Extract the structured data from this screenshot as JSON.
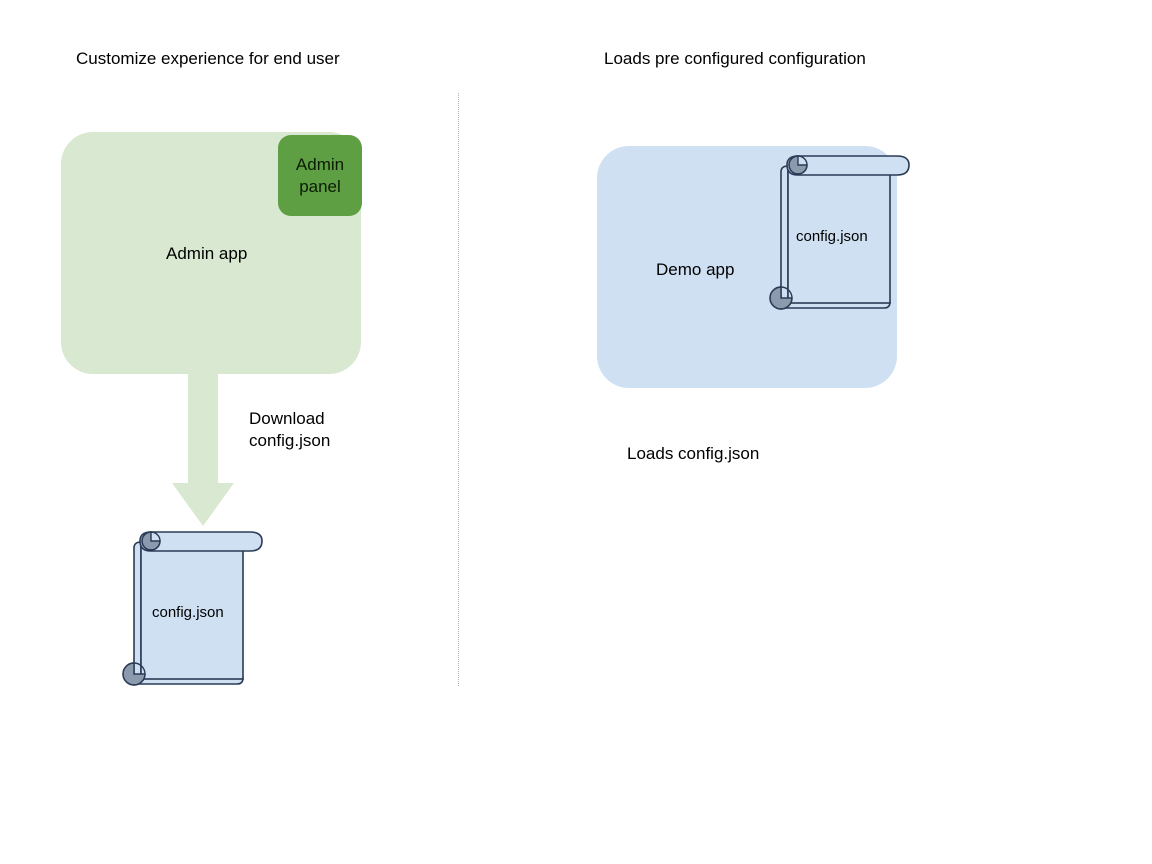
{
  "diagram": {
    "background_color": "#ffffff",
    "divider": {
      "style": "dotted-vertical",
      "color": "#b3b3b3"
    },
    "left_section": {
      "title": "Customize experience for end user",
      "app": {
        "label": "Admin app",
        "fill_color": "#d9e8d0"
      },
      "panel": {
        "label_line1": "Admin",
        "label_line2": "panel",
        "fill_color": "#5e9f43"
      },
      "arrow": {
        "label_line1": "Download",
        "label_line2": "config.json",
        "fill_color": "#d9e8d0",
        "direction": "down"
      },
      "document": {
        "label": "config.json",
        "fill_color": "#cfe0f3",
        "stroke_color": "#2b3a55",
        "roll_color": "#8c9aad"
      }
    },
    "right_section": {
      "title": "Loads pre configured configuration",
      "app": {
        "label": "Demo app",
        "fill_color": "#cfe0f3"
      },
      "document": {
        "label": "config.json",
        "fill_color": "#cfe0f3",
        "stroke_color": "#2b3a55",
        "roll_color": "#8c9aad"
      },
      "caption": "Loads config.json"
    }
  }
}
